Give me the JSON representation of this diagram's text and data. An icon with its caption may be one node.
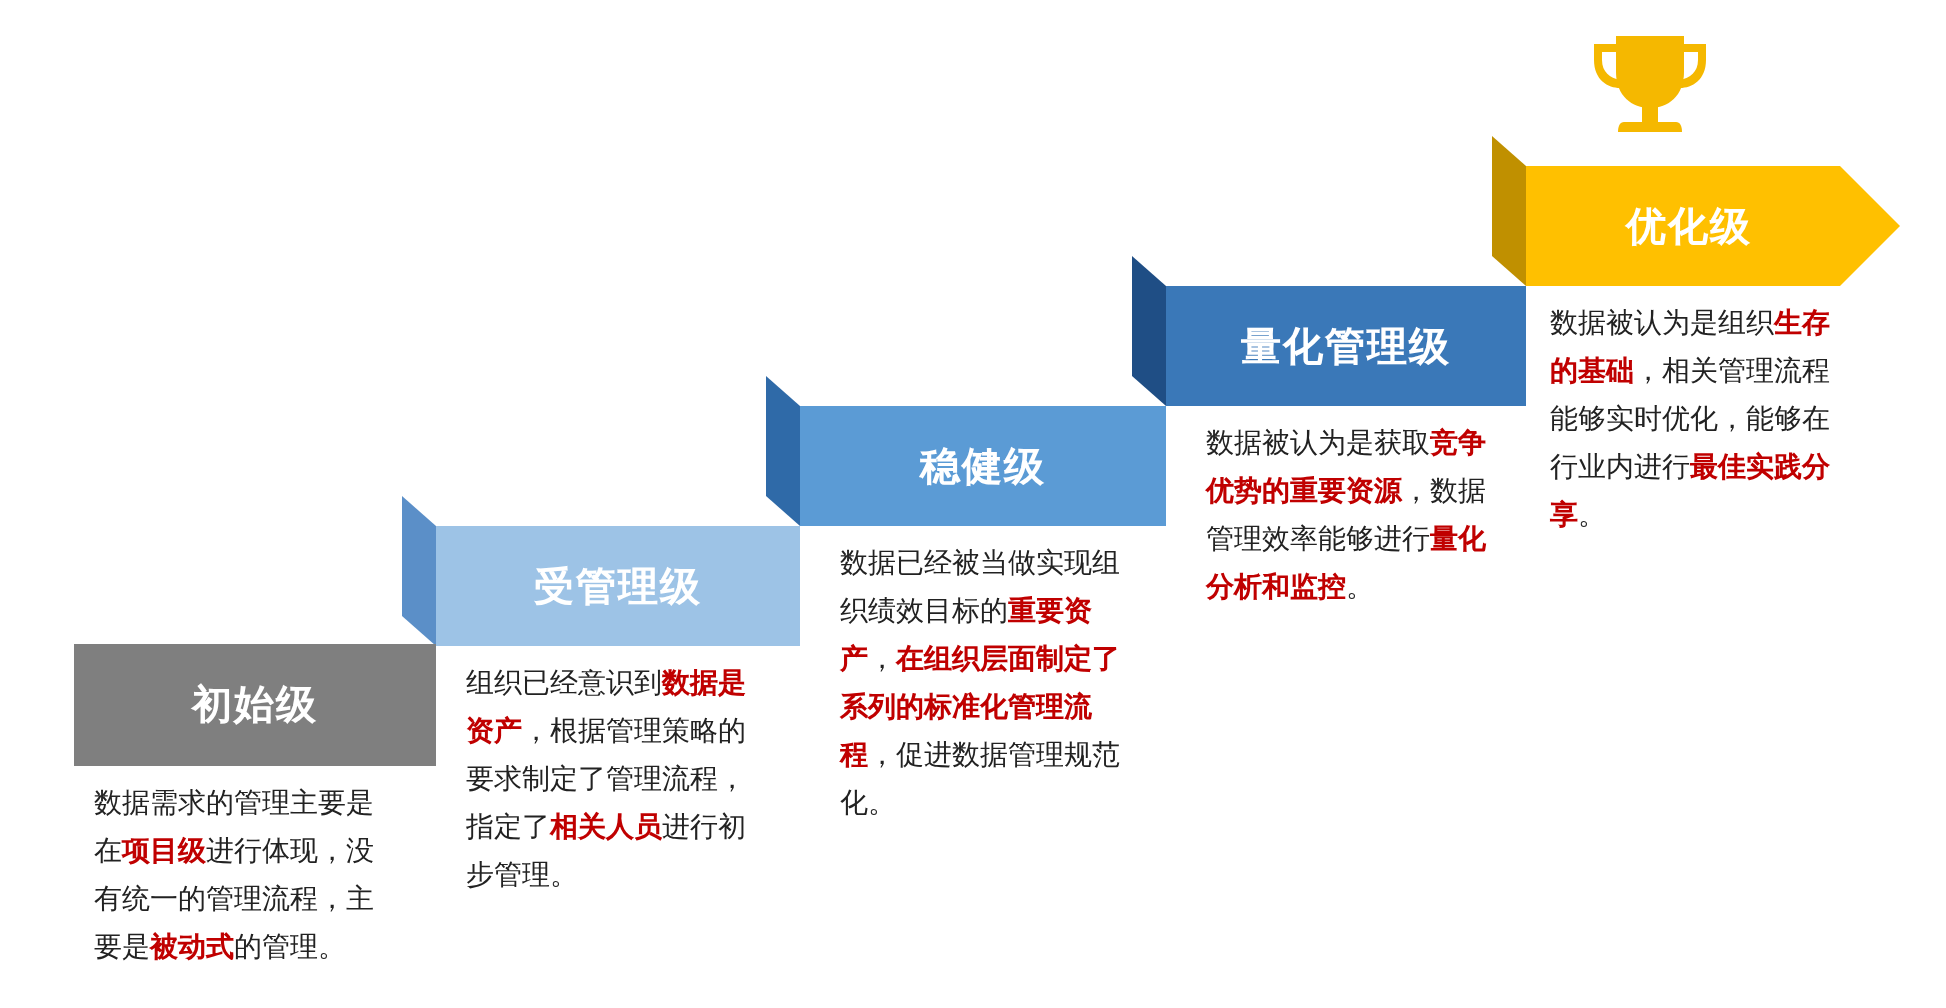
{
  "diagram": {
    "nodes": [
      {
        "text": [
          "初始级"
        ],
        "beside": [
          "数据需求的管理主要是在**项目级**进行体现，没有统一的管理流程，主要是**被动式**的管理。"
        ]
      },
      {
        "text": [
          "受管理级"
        ],
        "beside": [
          "组织已经意识到**数据是资产**，根据管理策略的要求制定了管理流程，指定了**相关人员**进行初步管理。"
        ]
      },
      {
        "text": [
          "稳健级"
        ],
        "beside": [
          "数据已经被当做实现组织绩效目标的**重要资产**，**在组织层面制定了系列的标准化管理流程**，促进数据管理规范化。"
        ]
      },
      {
        "text": [
          "量化管理级"
        ],
        "beside": [
          "数据被认为是获取**竞争优势的重要资源**，数据管理效率能够进行**量化分析和监控**。"
        ]
      },
      {
        "text": [
          "优化级"
        ],
        "beside": [
          "数据被认为是组织**生存的基础**，相关管理流程能够实时优化，能够在行业内进行**最佳实践分享**。"
        ]
      }
    ]
  }
}
